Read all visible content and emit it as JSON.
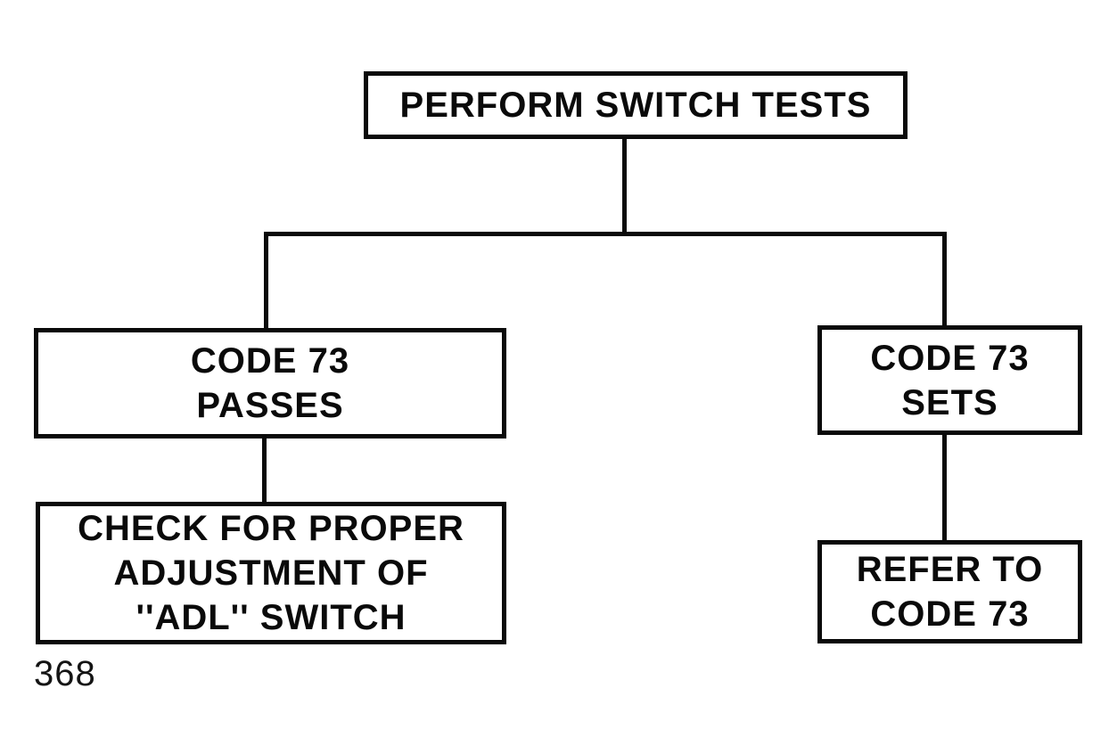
{
  "page": {
    "page_number": "368",
    "background_color": "#ffffff",
    "line_color": "#0a0a0a"
  },
  "flowchart": {
    "nodes": [
      {
        "id": "perform-switch-tests",
        "label": "PERFORM SWITCH TESTS",
        "lines": [
          "PERFORM SWITCH TESTS"
        ]
      },
      {
        "id": "code-73-passes",
        "label": "CODE 73 PASSES",
        "lines": [
          "CODE 73",
          "PASSES"
        ]
      },
      {
        "id": "code-73-sets",
        "label": "CODE 73 SETS",
        "lines": [
          "CODE 73",
          "SETS"
        ]
      },
      {
        "id": "check-adl-switch",
        "label": "CHECK FOR PROPER ADJUSTMENT OF ''ADL'' SWITCH",
        "lines": [
          "CHECK FOR PROPER",
          "ADJUSTMENT OF",
          "''ADL'' SWITCH"
        ]
      },
      {
        "id": "refer-to-code-73",
        "label": "REFER TO CODE 73",
        "lines": [
          "REFER TO",
          "CODE 73"
        ]
      }
    ],
    "edges": [
      {
        "from": "perform-switch-tests",
        "to": "code-73-passes"
      },
      {
        "from": "perform-switch-tests",
        "to": "code-73-sets"
      },
      {
        "from": "code-73-passes",
        "to": "check-adl-switch"
      },
      {
        "from": "code-73-sets",
        "to": "refer-to-code-73"
      }
    ]
  }
}
